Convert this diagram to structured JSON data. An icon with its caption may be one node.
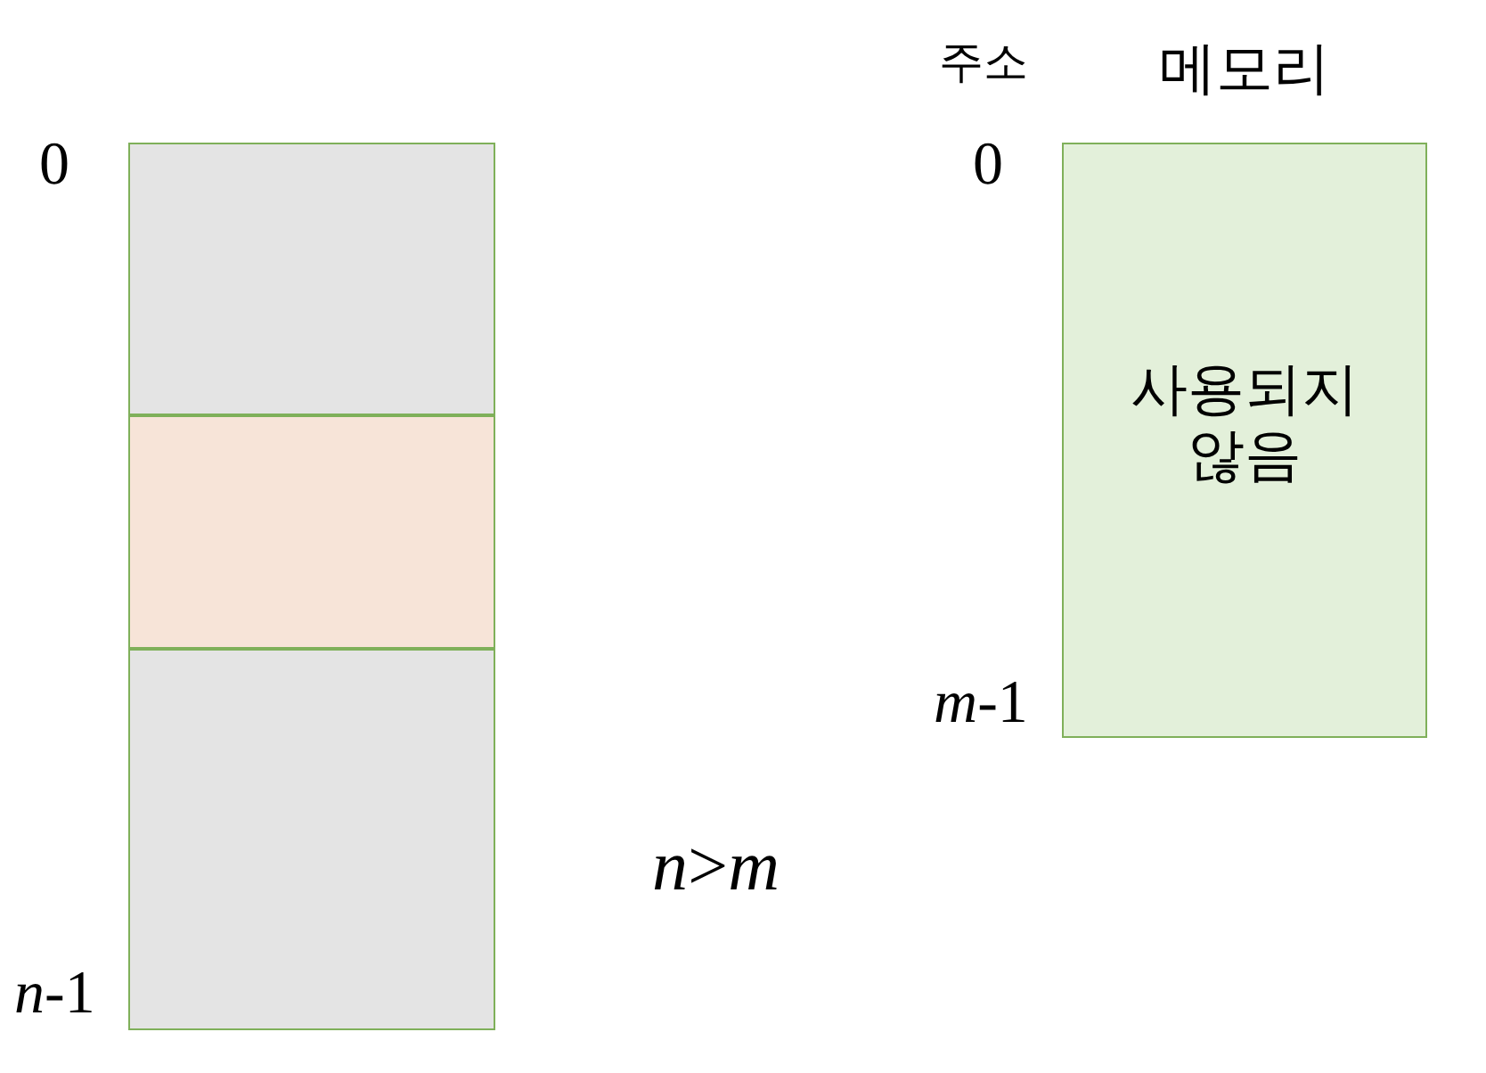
{
  "diagram": {
    "nodes": [
      {
        "text": [],
        "shape": "box"
      },
      {
        "text": [],
        "shape": "box"
      },
      {
        "text": [],
        "shape": "box"
      },
      {
        "text": [
          "메모리",
          "사용되지 않음"
        ]
      }
    ],
    "labels": [
      "0",
      "*n*-1",
      "주소",
      "0",
      "*m*-1",
      "*n*>*m*"
    ]
  }
}
